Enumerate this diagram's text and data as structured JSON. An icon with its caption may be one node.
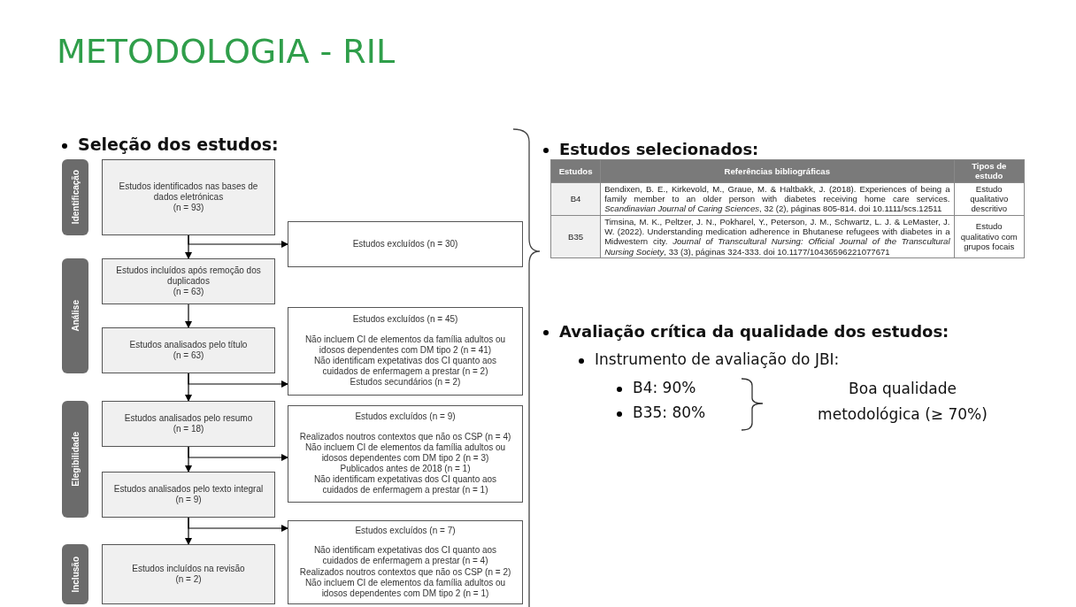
{
  "diagram": {
    "title": "METODOLOGIA - RIL",
    "nodes": [
      {
        "text": [
          "Identificação"
        ]
      },
      {
        "text": [
          "Análise"
        ]
      },
      {
        "text": [
          "Elegibilidade"
        ]
      },
      {
        "text": [
          "Inclusão"
        ]
      },
      {
        "text": [
          "Estudos identificados nas bases de dados eletrónicas",
          "(n = 93)"
        ]
      },
      {
        "text": [
          "Estudos excluídos (n = 30)"
        ]
      },
      {
        "text": [
          "Estudos incluídos após remoção dos duplicados",
          "(n = 63)"
        ]
      },
      {
        "text": [
          "Estudos analisados pelo título",
          "(n = 63)"
        ]
      },
      {
        "text": [
          "Estudos excluídos (n = 45)",
          "Não incluem CI de elementos da família adultos ou idosos dependentes com DM tipo 2 (n = 41)",
          "Não identificam expetativas dos CI quanto aos cuidados de enfermagem a prestar (n = 2)",
          "Estudos secundários (n = 2)"
        ]
      },
      {
        "text": [
          "Estudos analisados pelo resumo",
          "(n = 18)"
        ]
      },
      {
        "text": [
          "Estudos excluídos (n = 9)",
          "Realizados noutros contextos que não os CSP (n = 4)",
          "Não incluem CI de elementos da família adultos ou idosos dependentes com DM tipo 2 (n = 3)",
          "Publicados antes de 2018 (n = 1)",
          "Não identificam expetativas dos CI quanto aos cuidados de enfermagem a prestar (n = 1)"
        ]
      },
      {
        "text": [
          "Estudos analisados pelo texto integral",
          "(n = 9)"
        ]
      },
      {
        "text": [
          "Estudos excluídos (n = 7)",
          "Não identificam expetativas dos CI quanto aos cuidados de enfermagem a prestar (n = 4)",
          "Realizados noutros contextos que não os CSP (n = 2)",
          "Não incluem CI de elementos da família adultos ou idosos dependentes com DM tipo 2 (n = 1)"
        ]
      },
      {
        "text": [
          "Estudos incluídos na revisão",
          "(n = 2)"
        ]
      }
    ],
    "edges": [
      {
        "from": 4,
        "to": 5,
        "arrow": "to"
      },
      {
        "from": 4,
        "to": 6,
        "arrow": "to"
      },
      {
        "from": 6,
        "to": 7,
        "arrow": "to"
      },
      {
        "from": 7,
        "to": 8,
        "arrow": "to"
      },
      {
        "from": 7,
        "to": 9,
        "arrow": "to"
      },
      {
        "from": 9,
        "to": 10,
        "arrow": "to"
      },
      {
        "from": 9,
        "to": 11,
        "arrow": "to"
      },
      {
        "from": 11,
        "to": 12,
        "arrow": "to"
      },
      {
        "from": 11,
        "to": 13,
        "arrow": "to"
      }
    ],
    "labels": [
      "Seleção dos estudos:",
      "Estudos selecionados:",
      "Estudos",
      "Referências bibliográficas",
      "Tipos de estudo",
      "B4",
      "Bendixen, B. E., Kirkevold, M., Graue, M. & Haltbakk, J. (2018). Experiences of being a family member to an older person with diabetes receiving home care services. *Scandinavian Journal of Caring Sciences*, 32 (2), páginas 805-814. doi 10.1111/scs.12511",
      "Estudo qualitativo descritivo",
      "B35",
      "Timsina, M. K., Peltzer, J. N., Pokharel, Y., Peterson, J. M., Schwartz, L. J. & LeMaster, J. W. (2022). Understanding medication adherence in Bhutanese refugees with diabetes in a Midwestern city. *Journal of Transcultural Nursing: Official Journal of the Transcultural Nursing Society*, 33 (3), páginas 324-333. doi 10.1177/10436596221077671",
      "Estudo qualitativo com grupos focais",
      "Avaliação crítica da qualidade dos estudos:",
      "Instrumento de avaliação do JBI:",
      "B4: 90%",
      "B35: 80%",
      "Boa qualidade metodológica (≥ 70%)"
    ]
  }
}
